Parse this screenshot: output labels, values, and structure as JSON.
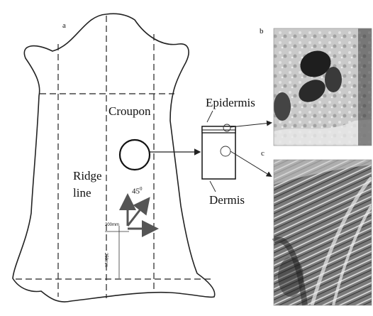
{
  "panels": {
    "a": "a",
    "b": "b",
    "c": "c"
  },
  "labels": {
    "croupon": "Croupon",
    "ridge_line_1": "Ridge",
    "ridge_line_2": "line",
    "epidermis": "Epidermis",
    "dermis": "Dermis",
    "angle": "45",
    "degree_mark": "0",
    "dim_horizontal": "200mm",
    "dim_vertical": "250mm"
  },
  "colors": {
    "line": "#222222",
    "arrow_gray": "#555555",
    "photo_b_dark": "#2a2a2a",
    "photo_b_light": "#d8d8d8",
    "photo_c_dark": "#1c1c1c",
    "photo_c_light": "#e0e0e0"
  }
}
